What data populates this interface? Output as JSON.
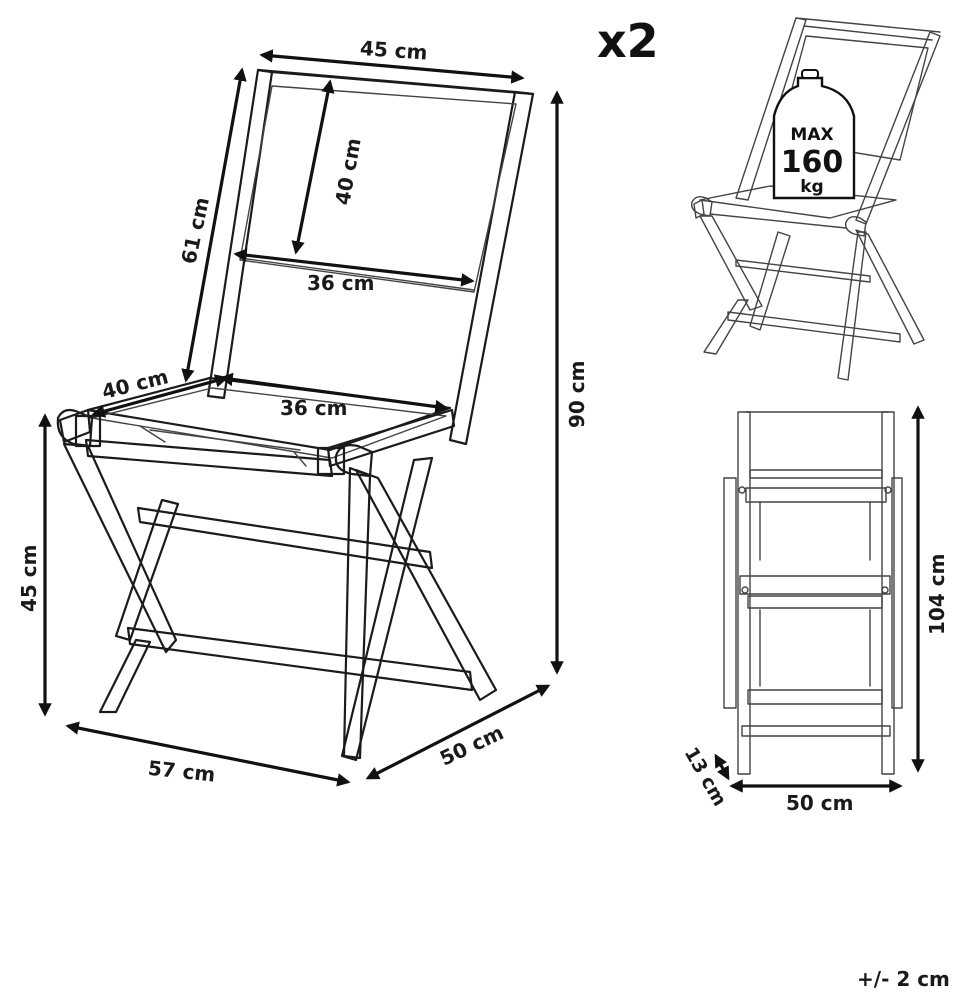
{
  "quantity": "x2",
  "tolerance": "+/- 2 cm",
  "max_load": {
    "line1": "MAX",
    "line2": "160",
    "line3": "kg"
  },
  "dimensions": {
    "back_top_width": "45 cm",
    "back_height": "40 cm",
    "back_side_length": "61 cm",
    "back_inner_width": "36 cm",
    "seat_depth": "40 cm",
    "seat_width": "36 cm",
    "total_height": "90 cm",
    "seat_height": "45 cm",
    "footprint_length": "57 cm",
    "footprint_width": "50 cm",
    "folded_height": "104 cm",
    "folded_depth": "13 cm",
    "folded_width": "50 cm"
  }
}
